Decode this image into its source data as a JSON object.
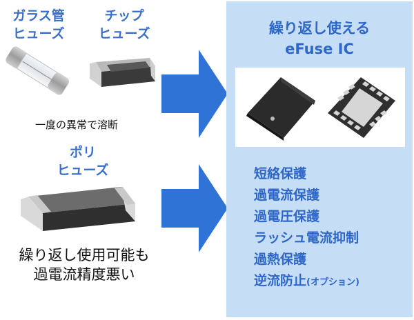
{
  "left": {
    "glass_fuse_label": [
      "ガラス管",
      "ヒューズ"
    ],
    "chip_fuse_label": [
      "チップ",
      "ヒューズ"
    ],
    "one_time_caption": "一度の異常で溶断",
    "poly_fuse_label": [
      "ポリ",
      "ヒューズ"
    ],
    "poly_caption": [
      "繰り返し使用可能も",
      "過電流精度悪い"
    ]
  },
  "right": {
    "title": [
      "繰り返し使える",
      "eFuse IC"
    ],
    "features": [
      "短絡保護",
      "過電流保護",
      "過電圧保護",
      "ラッシュ電流抑制",
      "過熱保護",
      "逆流防止"
    ],
    "last_feature_note": "(オプション)"
  },
  "colors": {
    "accent_blue": "#2e67c8",
    "panel_bg": "#c6ddf6",
    "arrow_blue": "#2f73d6"
  }
}
